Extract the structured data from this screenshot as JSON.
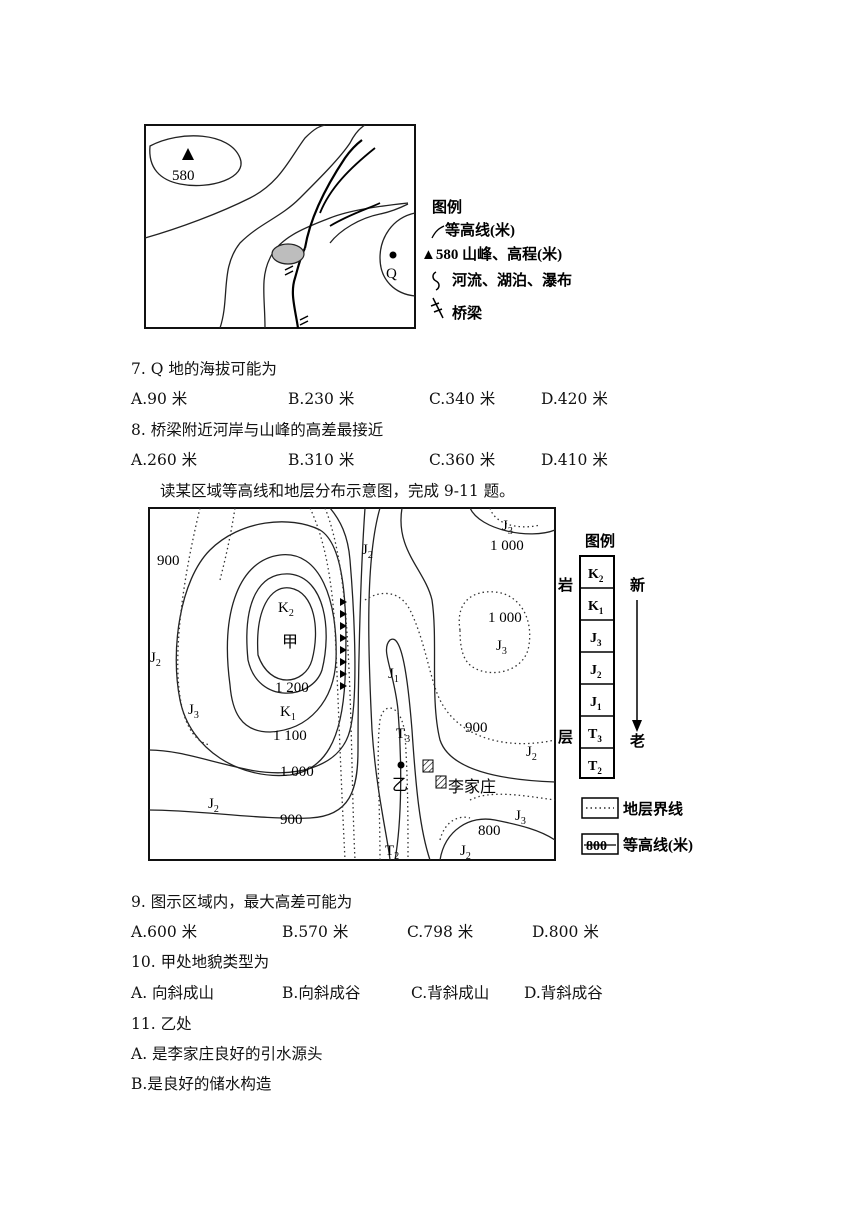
{
  "figure1": {
    "peak_label": "580",
    "point_label": "Q",
    "legend": {
      "title": "图例",
      "contour": "等高线(米)",
      "peak": "▲580 山峰、高程(米)",
      "river": "河流、湖泊、瀑布",
      "bridge": "桥梁"
    }
  },
  "questions": [
    {
      "stem": "7.  Q 地的海拔可能为",
      "options": [
        "A.90 米",
        "B.230 米",
        "C.340 米",
        "D.420 米"
      ]
    },
    {
      "stem": "8.  桥梁附近河岸与山峰的高差最接近",
      "options": [
        "A.260 米",
        "B.310 米",
        "C.360 米",
        "D.410 米"
      ]
    }
  ],
  "intro": "读某区域等高线和地层分布示意图，完成 9-11 题。",
  "figure2": {
    "labels": {
      "c900_tl": "900",
      "c1000_tr": "1 000",
      "c1000_r": "1 000",
      "c1200": "1 200",
      "c1100": "1 100",
      "c1000_l": "1 000",
      "c900_b": "900",
      "c900_r": "900",
      "c800": "800",
      "jia": "甲",
      "yi": "乙",
      "village": "李家庄"
    },
    "legend": {
      "title": "图例",
      "rock_left": "岩",
      "layer_left": "层",
      "new": "新",
      "old": "老",
      "stratum_line": "地层界线",
      "contour": "等高线(米)",
      "contour_sample": "800"
    }
  },
  "questions2": [
    {
      "stem": "9. 图示区域内，最大高差可能为",
      "options": [
        "A.600 米",
        "B.570 米",
        "C.798 米",
        "D.800 米"
      ]
    },
    {
      "stem": "10. 甲处地貌类型为",
      "options": [
        "A. 向斜成山",
        "B.向斜成谷",
        "C.背斜成山",
        "D.背斜成谷"
      ]
    },
    {
      "stem": "11. 乙处",
      "options": [
        "A. 是李家庄良好的引水源头",
        "B.是良好的储水构造"
      ]
    }
  ]
}
